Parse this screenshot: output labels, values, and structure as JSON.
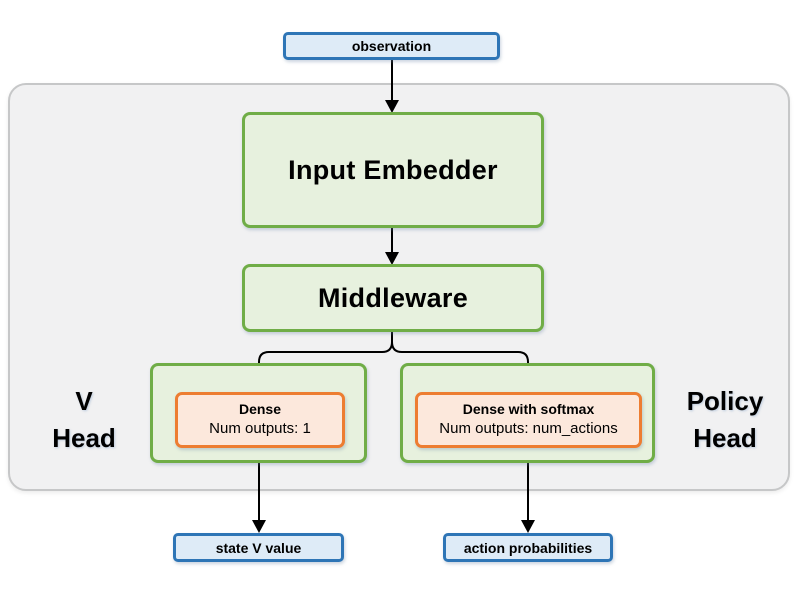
{
  "diagram": {
    "title_semantics": "actor-critic network architecture",
    "observation_label": "observation",
    "input_embedder_label": "Input Embedder",
    "middleware_label": "Middleware",
    "v_head": {
      "label_line1": "V",
      "label_line2": "Head",
      "dense_title": "Dense",
      "dense_sub": "Num outputs: 1",
      "output_label": "state V value"
    },
    "policy_head": {
      "label_line1": "Policy",
      "label_line2": "Head",
      "dense_title": "Dense with softmax",
      "dense_sub": "Num outputs: num_actions",
      "output_label": "action probabilities"
    }
  },
  "colors": {
    "blue_border": "#2E75B6",
    "blue_fill": "#DEEBF7",
    "green_border": "#70AD47",
    "green_fill": "#E7F1DE",
    "orange_border": "#ED7D31",
    "orange_fill": "#FCE8DC",
    "container_fill": "#F1F1F2",
    "container_border": "#C6C7C8",
    "arrow": "#000000"
  }
}
